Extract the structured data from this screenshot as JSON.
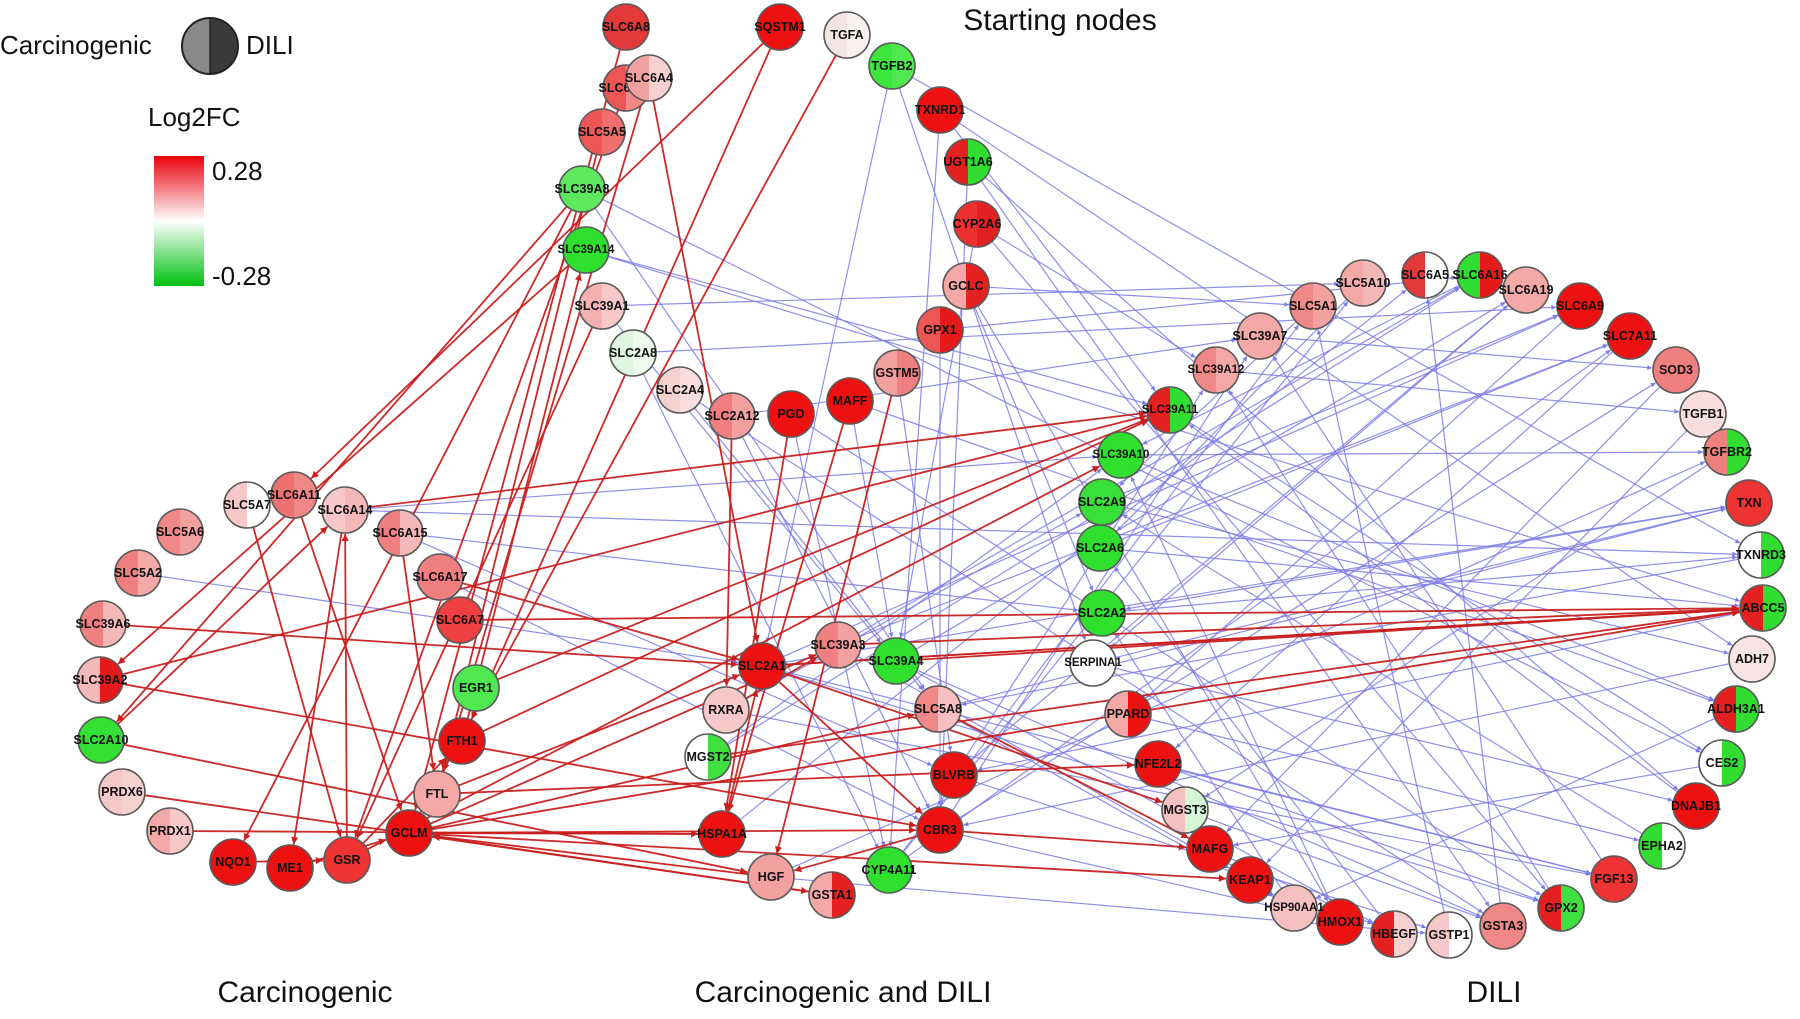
{
  "legend": {
    "left_label": "Carcinogenic",
    "right_label": "DILI",
    "scale_title": "Log2FC",
    "scale_max": "0.28",
    "scale_min": "-0.28",
    "colors": {
      "high": "#e8000b",
      "mid": "#ffffff",
      "low": "#00c010"
    }
  },
  "sections": {
    "top": "Starting nodes",
    "left": "Carcinogenic",
    "middle": "Carcinogenic and DILI",
    "right": "DILI"
  },
  "edge_colors": {
    "carcinogenic": "#c8201f",
    "dili": "#7b7be8"
  },
  "nodes": [
    {
      "label": "SLC6A8",
      "c": "#e23a3a",
      "d": "#e23a3a"
    },
    {
      "label": "SQSTM1",
      "c": "#ee1111",
      "d": "#ee1111"
    },
    {
      "label": "TGFA",
      "c": "#f5e4e4",
      "d": "#f9f0f0"
    },
    {
      "label": "TGFB2",
      "c": "#3ce63c",
      "d": "#50e850"
    },
    {
      "label": "TXNRD1",
      "c": "#ee1111",
      "d": "#ee1111"
    },
    {
      "label": "UGT1A6",
      "c": "#e52020",
      "d": "#30dd30"
    },
    {
      "label": "CYP2A6",
      "c": "#f03030",
      "d": "#e52020"
    },
    {
      "label": "GCLC",
      "c": "#f4a8a8",
      "d": "#e52020"
    },
    {
      "label": "GPX1",
      "c": "#ee5555",
      "d": "#e61a1a"
    },
    {
      "label": "GSTM5",
      "c": "#f3a0a0",
      "d": "#f08080"
    },
    {
      "label": "MAFF",
      "c": "#ee1111",
      "d": "#ee1111"
    },
    {
      "label": "PGD",
      "c": "#ee1111",
      "d": "#ee1111"
    },
    {
      "label": "SLC2A12",
      "c": "#f08080",
      "d": "#f3a0a0"
    },
    {
      "label": "SLC2A4",
      "c": "#f7d0d0",
      "d": "#f8dede"
    },
    {
      "label": "SLC2A8",
      "c": "#dff5df",
      "d": "#eefaee"
    },
    {
      "label": "SLC39A1",
      "c": "#f4b0b0",
      "d": "#f6c8c8"
    },
    {
      "label": "SLC39A14",
      "c": "#2fe02f",
      "d": "#2fe02f"
    },
    {
      "label": "SLC39A8",
      "c": "#5ee85e",
      "d": "#5ee85e"
    },
    {
      "label": "SLC5A5",
      "c": "#ee5555",
      "d": "#f07070"
    },
    {
      "label": "SLC6A20",
      "c": "#ee5555",
      "d": "#f08888"
    },
    {
      "label": "SLC6A4",
      "c": "#f3a0a0",
      "d": "#f7d0d0"
    },
    {
      "label": "SLC6A11",
      "c": "#ef7070",
      "d": "#f08888"
    },
    {
      "label": "SLC6A14",
      "c": "#f6c8c8",
      "d": "#f5b8b8"
    },
    {
      "label": "SLC5A7",
      "c": "#f6c8c8",
      "d": "#ffffff"
    },
    {
      "label": "SLC5A6",
      "c": "#f08888",
      "d": "#f3a0a0"
    },
    {
      "label": "SLC5A2",
      "c": "#f08080",
      "d": "#f4a8a8"
    },
    {
      "label": "SLC39A6",
      "c": "#f08080",
      "d": "#f5b8b8"
    },
    {
      "label": "SLC39A2",
      "c": "#f5b8b8",
      "d": "#e61a1a"
    },
    {
      "label": "SLC2A10",
      "c": "#33e033",
      "d": "#33e033"
    },
    {
      "label": "PRDX6",
      "c": "#f6c8c8",
      "d": "#f7d0d0"
    },
    {
      "label": "PRDX1",
      "c": "#f4a8a8",
      "d": "#f6c8c8"
    },
    {
      "label": "NQO1",
      "c": "#ee1111",
      "d": "#ee1111"
    },
    {
      "label": "ME1",
      "c": "#ee1111",
      "d": "#ee1111"
    },
    {
      "label": "GSR",
      "c": "#ee3333",
      "d": "#ee3333"
    },
    {
      "label": "GCLM",
      "c": "#ee1111",
      "d": "#ee1111"
    },
    {
      "label": "FTL",
      "c": "#f4a8a8",
      "d": "#f4a8a8"
    },
    {
      "label": "FTH1",
      "c": "#ee1111",
      "d": "#ee1111"
    },
    {
      "label": "EGR1",
      "c": "#50e850",
      "d": "#50e850"
    },
    {
      "label": "SLC6A7",
      "c": "#ee4040",
      "d": "#ee4040"
    },
    {
      "label": "SLC6A17",
      "c": "#f08080",
      "d": "#f08080"
    },
    {
      "label": "SLC6A15",
      "c": "#f08080",
      "d": "#f5b8b8"
    },
    {
      "label": "SLC39A3",
      "c": "#f08080",
      "d": "#f3a0a0"
    },
    {
      "label": "SLC2A1",
      "c": "#ee1111",
      "d": "#ee1111"
    },
    {
      "label": "SLC39A4",
      "c": "#2fe02f",
      "d": "#2fe02f"
    },
    {
      "label": "RXRA",
      "c": "#f6c8c8",
      "d": "#f6c8c8"
    },
    {
      "label": "SLC5A8",
      "c": "#f08888",
      "d": "#f6c0c0"
    },
    {
      "label": "MGST2",
      "c": "#ffffff",
      "d": "#40e040"
    },
    {
      "label": "BLVRB",
      "c": "#ee1111",
      "d": "#ee1111"
    },
    {
      "label": "HSPA1A",
      "c": "#ee1111",
      "d": "#ee1111"
    },
    {
      "label": "CBR3",
      "c": "#ee1111",
      "d": "#ee1111"
    },
    {
      "label": "HGF",
      "c": "#f3a0a0",
      "d": "#f3a0a0"
    },
    {
      "label": "GSTA1",
      "c": "#f4a8a8",
      "d": "#e52020"
    },
    {
      "label": "CYP4A11",
      "c": "#2fe02f",
      "d": "#2fe02f"
    },
    {
      "label": "SLC2A2",
      "c": "#2fe02f",
      "d": "#2fe02f"
    },
    {
      "label": "SLC2A6",
      "c": "#2fe02f",
      "d": "#2fe02f"
    },
    {
      "label": "SLC2A9",
      "c": "#3ae03a",
      "d": "#3ae03a"
    },
    {
      "label": "SLC39A10",
      "c": "#2fe02f",
      "d": "#2fe02f"
    },
    {
      "label": "SLC39A11",
      "c": "#e52020",
      "d": "#30dd30"
    },
    {
      "label": "SERPINA1",
      "c": "#ffffff",
      "d": "#ffffff"
    },
    {
      "label": "PPARD",
      "c": "#f4a8a8",
      "d": "#ee1111"
    },
    {
      "label": "NFE2L2",
      "c": "#ee1111",
      "d": "#ee1111"
    },
    {
      "label": "MGST3",
      "c": "#f5c0c0",
      "d": "#d6f5d6"
    },
    {
      "label": "MAFG",
      "c": "#ee1111",
      "d": "#ee1111"
    },
    {
      "label": "KEAP1",
      "c": "#ee1111",
      "d": "#ee1111"
    },
    {
      "label": "SLC39A12",
      "c": "#f08888",
      "d": "#f4a8a8"
    },
    {
      "label": "SLC39A7",
      "c": "#f4a8a8",
      "d": "#f4a8a8"
    },
    {
      "label": "SLC5A1",
      "c": "#f08888",
      "d": "#f3a0a0"
    },
    {
      "label": "SLC5A10",
      "c": "#f4a8a8",
      "d": "#f5b8b8"
    },
    {
      "label": "SLC6A5",
      "c": "#e23a3a",
      "d": "#ffffff"
    },
    {
      "label": "SLC6A16",
      "c": "#30dd30",
      "d": "#e61a1a"
    },
    {
      "label": "SLC6A19",
      "c": "#f4a8a8",
      "d": "#f4a8a8"
    },
    {
      "label": "SLC6A9",
      "c": "#ee1111",
      "d": "#ee1111"
    },
    {
      "label": "SLC7A11",
      "c": "#ee1111",
      "d": "#ee1111"
    },
    {
      "label": "SOD3",
      "c": "#f08080",
      "d": "#f08080"
    },
    {
      "label": "TGFB1",
      "c": "#f8dede",
      "d": "#f8dede"
    },
    {
      "label": "TGFBR2",
      "c": "#f08080",
      "d": "#30dd30"
    },
    {
      "label": "TXN",
      "c": "#ee3333",
      "d": "#ee3333"
    },
    {
      "label": "TXNRD3",
      "c": "#ffffff",
      "d": "#30dd30"
    },
    {
      "label": "ABCC5",
      "c": "#e52020",
      "d": "#30dd30"
    },
    {
      "label": "ADH7",
      "c": "#f8e4e4",
      "d": "#f8e4e4"
    },
    {
      "label": "ALDH3A1",
      "c": "#e52020",
      "d": "#30dd30"
    },
    {
      "label": "CES2",
      "c": "#ffffff",
      "d": "#30dd30"
    },
    {
      "label": "DNAJB1",
      "c": "#ee1111",
      "d": "#ee1111"
    },
    {
      "label": "EPHA2",
      "c": "#30dd30",
      "d": "#ffffff"
    },
    {
      "label": "FGF13",
      "c": "#ee3333",
      "d": "#ee3333"
    },
    {
      "label": "GPX2",
      "c": "#e52020",
      "d": "#40e040"
    },
    {
      "label": "GSTA3",
      "c": "#f08888",
      "d": "#f08888"
    },
    {
      "label": "GSTP1",
      "c": "#f6c8c8",
      "d": "#ffffff"
    },
    {
      "label": "HBEGF",
      "c": "#e52020",
      "d": "#f7d0d0"
    },
    {
      "label": "HMOX1",
      "c": "#ee1111",
      "d": "#ee1111"
    },
    {
      "label": "HSP90AA1",
      "c": "#f5c0c0",
      "d": "#f5c0c0"
    }
  ],
  "edges_carc": [
    [
      "SLC6A8",
      "GCLM"
    ],
    [
      "SQSTM1",
      "FTH1"
    ],
    [
      "SLC6A20",
      "GSR"
    ],
    [
      "SLC5A5",
      "FTL"
    ],
    [
      "SLC6A4",
      "SLC2A1"
    ],
    [
      "SLC39A8",
      "SLC2A10"
    ],
    [
      "SLC39A14",
      "SLC39A2"
    ],
    [
      "SLC39A8",
      "NQO1"
    ],
    [
      "SLC6A11",
      "GCLM"
    ],
    [
      "SLC6A14",
      "ME1"
    ],
    [
      "SLC5A7",
      "GSR"
    ],
    [
      "SLC39A6",
      "SLC2A1"
    ],
    [
      "SLC39A2",
      "CBR3"
    ],
    [
      "SLC2A10",
      "HGF"
    ],
    [
      "PRDX6",
      "GSTA1"
    ],
    [
      "PRDX1",
      "HSPA1A"
    ],
    [
      "NQO1",
      "GSR"
    ],
    [
      "ME1",
      "GCLM"
    ],
    [
      "GSR",
      "FTH1"
    ],
    [
      "GCLM",
      "SLC39A3"
    ],
    [
      "GCLM",
      "ABCC5"
    ],
    [
      "GCLM",
      "CBR3"
    ],
    [
      "GCLM",
      "HSPA1A"
    ],
    [
      "GCLM",
      "KEAP1"
    ],
    [
      "FTL",
      "NFE2L2"
    ],
    [
      "FTH1",
      "SLC39A11"
    ],
    [
      "EGR1",
      "SLC39A11"
    ],
    [
      "SLC6A7",
      "ABCC5"
    ],
    [
      "SLC6A17",
      "SLC2A1"
    ],
    [
      "SLC6A15",
      "FTL"
    ],
    [
      "SLC2A1",
      "CBR3"
    ],
    [
      "SLC2A1",
      "ABCC5"
    ],
    [
      "SLC2A1",
      "MGST3"
    ],
    [
      "SLC39A3",
      "ABCC5"
    ],
    [
      "SLC39A4",
      "ABCC5"
    ],
    [
      "RXRA",
      "SLC39A3"
    ],
    [
      "MGST2",
      "ABCC5"
    ],
    [
      "HSPA1A",
      "SLC2A1"
    ],
    [
      "HGF",
      "GCLM"
    ],
    [
      "GSTA1",
      "GCLM"
    ],
    [
      "CBR3",
      "MAFG"
    ],
    [
      "SLC5A8",
      "MAFG"
    ],
    [
      "PGD",
      "HSPA1A"
    ],
    [
      "MAFF",
      "HSPA1A"
    ],
    [
      "SLC2A12",
      "RXRA"
    ],
    [
      "GSTM5",
      "HGF"
    ],
    [
      "SQSTM1",
      "SLC6A11"
    ],
    [
      "TGFA",
      "GCLM"
    ],
    [
      "SLC6A4",
      "FTL"
    ],
    [
      "SLC39A1",
      "GSR"
    ],
    [
      "GCLM",
      "SLC5A8"
    ],
    [
      "FTH1",
      "SLC39A14"
    ],
    [
      "SLC39A2",
      "SLC39A11"
    ],
    [
      "GSR",
      "SLC39A10"
    ],
    [
      "SLC6A14",
      "SLC39A11"
    ],
    [
      "FTL",
      "SLC2A1"
    ],
    [
      "SLC2A10",
      "SLC6A14"
    ],
    [
      "GSR",
      "SLC6A14"
    ],
    [
      "CBR3",
      "HGF"
    ],
    [
      "SLC2A1",
      "ABCC5"
    ]
  ],
  "edges_dili": [
    [
      "TGFB2",
      "SLC2A1"
    ],
    [
      "TXNRD1",
      "CYP4A11"
    ],
    [
      "TXNRD1",
      "SLC39A11"
    ],
    [
      "UGT1A6",
      "CBR3"
    ],
    [
      "CYP2A6",
      "SLC39A4"
    ],
    [
      "GCLC",
      "SLC2A2"
    ],
    [
      "GPX1",
      "CBR3"
    ],
    [
      "GSTM5",
      "BLVRB"
    ],
    [
      "MAFF",
      "SLC39A4"
    ],
    [
      "PGD",
      "CYP4A11"
    ],
    [
      "SLC2A12",
      "CBR3"
    ],
    [
      "SLC2A4",
      "SLC5A8"
    ],
    [
      "SLC2A8",
      "CYP4A11"
    ],
    [
      "SLC39A1",
      "SLC39A4"
    ],
    [
      "SLC39A14",
      "SLC39A11"
    ],
    [
      "SLC39A8",
      "SLC5A8"
    ],
    [
      "SLC6A14",
      "SLC39A10"
    ],
    [
      "SLC6A15",
      "BLVRB"
    ],
    [
      "SLC6A17",
      "CBR3"
    ],
    [
      "SLC5A2",
      "SLC2A1"
    ],
    [
      "SLC2A1",
      "SLC6A9"
    ],
    [
      "SLC2A1",
      "GPX2"
    ],
    [
      "SLC2A1",
      "FGF13"
    ],
    [
      "SLC39A3",
      "SLC7A11"
    ],
    [
      "SLC39A3",
      "SLC6A16"
    ],
    [
      "SLC39A4",
      "SLC6A19"
    ],
    [
      "SLC39A4",
      "GSTA3"
    ],
    [
      "CYP4A11",
      "SLC5A1"
    ],
    [
      "CYP4A11",
      "SLC5A10"
    ],
    [
      "CBR3",
      "SLC39A7"
    ],
    [
      "CBR3",
      "HMOX1"
    ],
    [
      "BLVRB",
      "SLC39A12"
    ],
    [
      "BLVRB",
      "GSTP1"
    ],
    [
      "HSPA1A",
      "SLC6A5"
    ],
    [
      "HGF",
      "TGFBR2"
    ],
    [
      "MGST2",
      "SLC39A10"
    ],
    [
      "RXRA",
      "SLC2A9"
    ],
    [
      "SLC5A8",
      "TXN"
    ],
    [
      "SLC2A2",
      "TXNRD3"
    ],
    [
      "SLC2A6",
      "ABCC5"
    ],
    [
      "SLC2A9",
      "ADH7"
    ],
    [
      "SLC39A10",
      "ALDH3A1"
    ],
    [
      "SLC39A11",
      "CES2"
    ],
    [
      "SERPINA1",
      "DNAJB1"
    ],
    [
      "PPARD",
      "EPHA2"
    ],
    [
      "NFE2L2",
      "FGF13"
    ],
    [
      "NFE2L2",
      "GPX2"
    ],
    [
      "MGST3",
      "GSTA3"
    ],
    [
      "MAFG",
      "HBEGF"
    ],
    [
      "KEAP1",
      "HSP90AA1"
    ],
    [
      "SLC39A12",
      "TGFB1"
    ],
    [
      "SLC39A7",
      "SOD3"
    ],
    [
      "SLC5A1",
      "SLC2A9"
    ],
    [
      "SLC5A10",
      "SLC2A6"
    ],
    [
      "SLC6A16",
      "SLC39A10"
    ],
    [
      "SLC6A19",
      "SERPINA1"
    ],
    [
      "SLC6A9",
      "PPARD"
    ],
    [
      "SLC7A11",
      "NFE2L2"
    ],
    [
      "SOD3",
      "MAFG"
    ],
    [
      "TGFB1",
      "KEAP1"
    ],
    [
      "TGFBR2",
      "MGST3"
    ],
    [
      "TXN",
      "SLC2A2"
    ],
    [
      "TXNRD3",
      "SLC5A8"
    ],
    [
      "ABCC5",
      "BLVRB"
    ],
    [
      "ADH7",
      "CBR3"
    ],
    [
      "ALDH3A1",
      "HSP90AA1"
    ],
    [
      "CES2",
      "MAFG"
    ],
    [
      "DNAJB1",
      "SLC39A11"
    ],
    [
      "EPHA2",
      "SLC2A9"
    ],
    [
      "FGF13",
      "SLC39A7"
    ],
    [
      "GPX2",
      "SLC39A12"
    ],
    [
      "GSTA3",
      "SLC6A5"
    ],
    [
      "GSTP1",
      "SLC5A1"
    ],
    [
      "HBEGF",
      "SLC2A6"
    ],
    [
      "HMOX1",
      "SLC39A10"
    ],
    [
      "HSP90AA1",
      "SLC2A2"
    ],
    [
      "TGFB2",
      "TXNRD3"
    ],
    [
      "TXNRD1",
      "ADH7"
    ],
    [
      "UGT1A6",
      "GSTA3"
    ],
    [
      "CYP2A6",
      "GPX2"
    ],
    [
      "GCLC",
      "HMOX1"
    ],
    [
      "GPX1",
      "SLC6A16"
    ],
    [
      "SLC39A14",
      "ABCC5"
    ],
    [
      "SLC39A1",
      "SLC5A10"
    ],
    [
      "SLC2A8",
      "SLC6A9"
    ],
    [
      "SLC6A15",
      "SLC2A2"
    ],
    [
      "SLC2A1",
      "TXN"
    ],
    [
      "SLC39A3",
      "KEAP1"
    ],
    [
      "SLC39A4",
      "HBEGF"
    ],
    [
      "CYP4A11",
      "SLC7A11"
    ],
    [
      "CBR3",
      "SOD3"
    ],
    [
      "BLVRB",
      "SLC6A19"
    ],
    [
      "HGF",
      "GSTP1"
    ],
    [
      "RXRA",
      "FGF13"
    ],
    [
      "SLC5A8",
      "HSP90AA1"
    ],
    [
      "SLC2A12",
      "SLC39A7"
    ],
    [
      "TGFB2",
      "SERPINA1"
    ],
    [
      "SLC6A14",
      "TXNRD3"
    ],
    [
      "PGD",
      "GPX2"
    ],
    [
      "MAFF",
      "ALDH3A1"
    ],
    [
      "CYP2A6",
      "SLC39A12"
    ],
    [
      "UGT1A6",
      "DNAJB1"
    ],
    [
      "GCLC",
      "SLC5A1"
    ],
    [
      "SLC2A4",
      "GSTA3"
    ],
    [
      "SLC39A8",
      "CES2"
    ],
    [
      "MGST2",
      "SLC6A16"
    ],
    [
      "SLC2A9",
      "SLC6A9"
    ],
    [
      "SLC2A6",
      "SLC7A11"
    ],
    [
      "SLC39A10",
      "TGFBR2"
    ],
    [
      "SERPINA1",
      "TXN"
    ]
  ]
}
